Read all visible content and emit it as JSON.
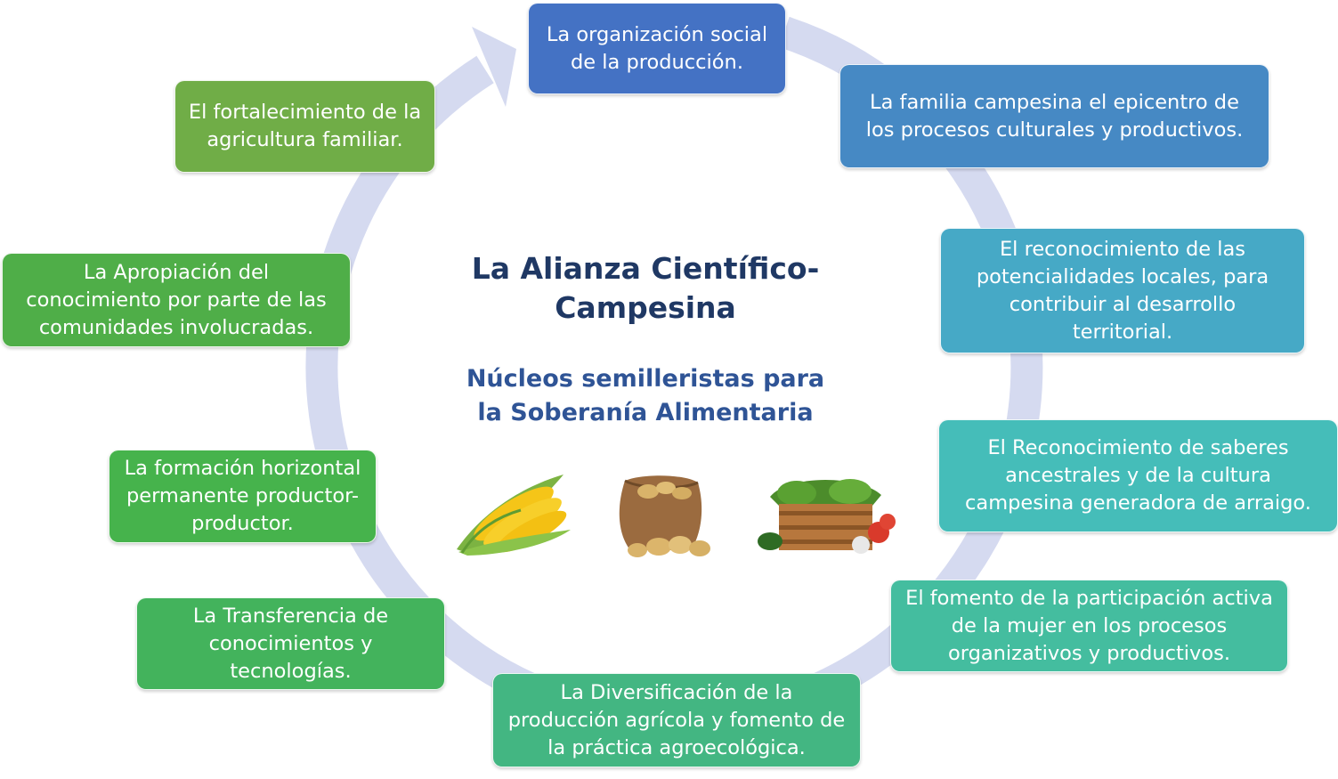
{
  "center": {
    "title_line1": "La Alianza Científico-",
    "title_line2": "Campesina",
    "subtitle_line1": "Núcleos semilleristas para",
    "subtitle_line2": "la Soberanía Alimentaria"
  },
  "colors": {
    "ring": "#d5daf0",
    "title": "#1f3864",
    "subtitle": "#2f5496"
  },
  "illustrations": [
    "corn-illustration",
    "potato-sack-illustration",
    "vegetable-crate-illustration"
  ],
  "nodes": [
    {
      "id": "organizacion-social",
      "color": "#4472c4",
      "lines": [
        "La organización social",
        "de la producción."
      ]
    },
    {
      "id": "familia-campesina",
      "color": "#4689c4",
      "lines": [
        "La familia campesina el epicentro de",
        "los procesos culturales y productivos."
      ]
    },
    {
      "id": "potencialidades-locales",
      "color": "#46a9c6",
      "lines": [
        "El reconocimiento de las",
        "potencialidades locales, para",
        "contribuir al desarrollo",
        "territorial."
      ]
    },
    {
      "id": "saberes-ancestrales",
      "color": "#45bdb9",
      "lines": [
        "El Reconocimiento de saberes",
        "ancestrales y de la cultura",
        "campesina generadora de arraigo."
      ]
    },
    {
      "id": "participacion-mujer",
      "color": "#44bd9f",
      "lines": [
        "El fomento de la participación activa",
        "de la mujer en los procesos",
        "organizativos y productivos."
      ]
    },
    {
      "id": "diversificacion",
      "color": "#43b682",
      "lines": [
        "La Diversificación de la",
        "producción agrícola y fomento de",
        "la práctica agroecológica."
      ]
    },
    {
      "id": "transferencia",
      "color": "#43b35c",
      "lines": [
        "La Transferencia de",
        "conocimientos y",
        "tecnologías."
      ]
    },
    {
      "id": "formacion-horizontal",
      "color": "#46b34c",
      "lines": [
        "La formación horizontal",
        "permanente productor-",
        "productor."
      ]
    },
    {
      "id": "apropiacion",
      "color": "#4fae48",
      "lines": [
        "La Apropiación del",
        "conocimiento por parte de las",
        "comunidades involucradas."
      ]
    },
    {
      "id": "agricultura-familiar",
      "color": "#70ad47",
      "lines": [
        "El fortalecimiento de la",
        "agricultura familiar."
      ]
    }
  ]
}
